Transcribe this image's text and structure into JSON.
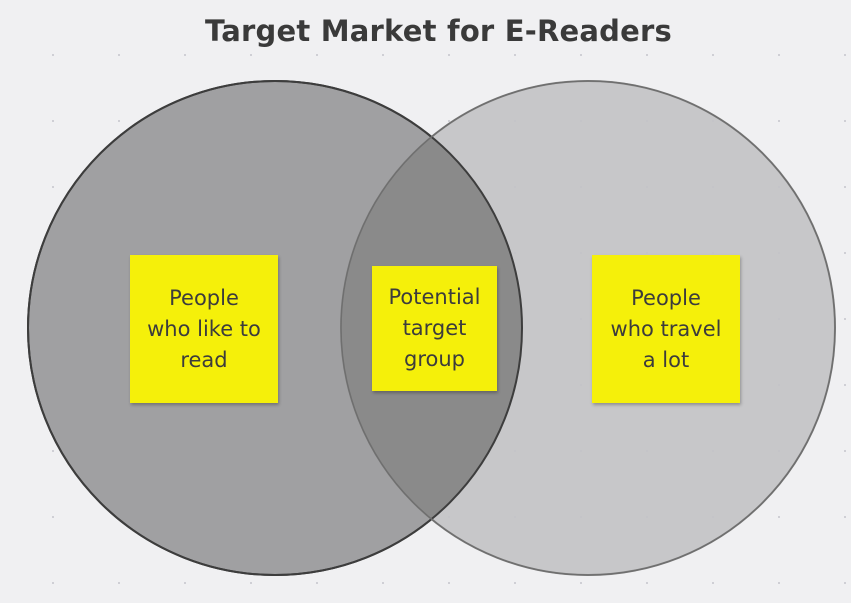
{
  "title": "Target Market for E-Readers",
  "sets": [
    {
      "label": [
        "People",
        "who like to",
        "read"
      ],
      "color": "#8c8c8c"
    },
    {
      "label": [
        "People",
        "who travel",
        "a lot"
      ],
      "color": "#c4c4c6"
    }
  ],
  "intersection": {
    "label": [
      "Potential",
      "target",
      "group"
    ],
    "color": "#8a8a8a"
  },
  "note_color": "#f5f00a",
  "background": "#f0f0f2"
}
